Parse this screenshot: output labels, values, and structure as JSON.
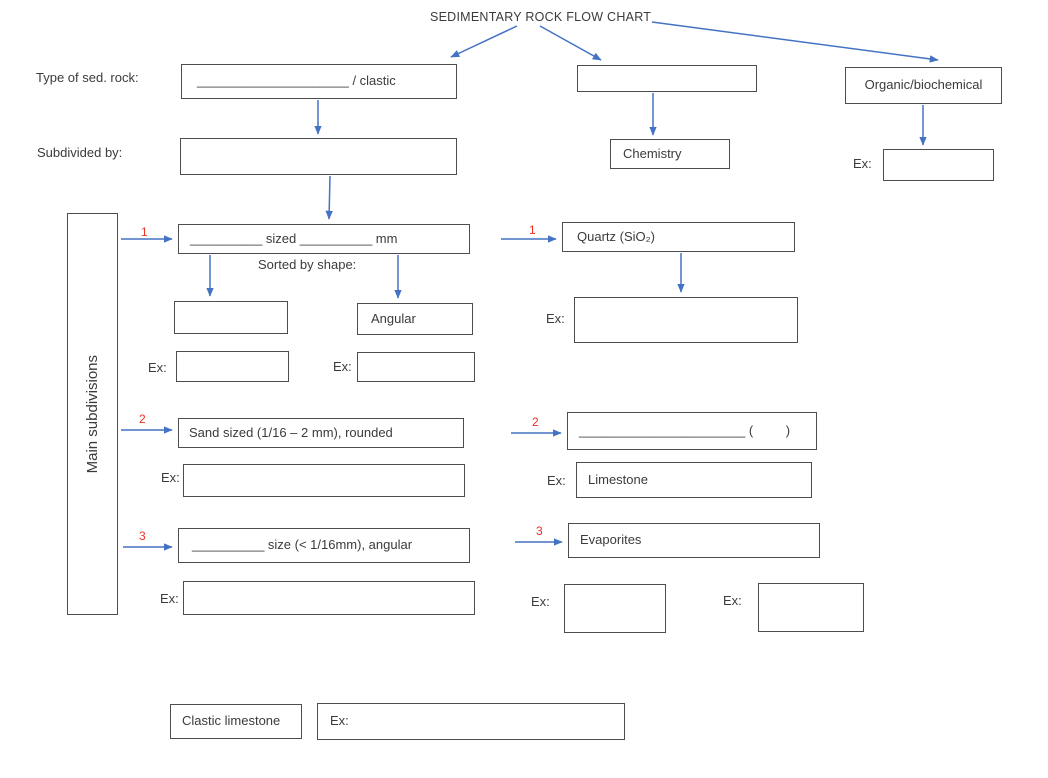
{
  "title": "SEDIMENTARY ROCK FLOW CHART",
  "colors": {
    "arrow": "#4472c4",
    "number": "#eb3223",
    "border": "#4d4d4d",
    "text": "#3b3b3b"
  },
  "labels": {
    "type_row": "Type of sed. rock:",
    "subdivided_row": "Subdivided by:",
    "main_subdivisions": "Main subdivisions",
    "sorted_by_shape": "Sorted by shape:",
    "ex": "Ex:"
  },
  "type_row": {
    "clastic": "_____________________ / clastic",
    "chemical": "",
    "organic": "Organic/biochemical"
  },
  "subdivided_row": {
    "clastic": "",
    "chemical": "Chemistry",
    "organic_ex": ""
  },
  "clastic_column": {
    "item1": {
      "number": "1",
      "label": "__________ sized __________ mm",
      "shape_left": "",
      "shape_right": "Angular",
      "ex_left": "",
      "ex_right": ""
    },
    "item2": {
      "number": "2",
      "label": "Sand sized (1/16 – 2 mm), rounded",
      "ex": ""
    },
    "item3": {
      "number": "3",
      "label": "__________ size (< 1/16mm), angular",
      "ex": ""
    }
  },
  "chemical_column": {
    "item1": {
      "number": "1",
      "label": "Quartz (SiO₂)",
      "ex": ""
    },
    "item2": {
      "number": "2",
      "label": "_______________________ (         )",
      "ex": "Limestone"
    },
    "item3": {
      "number": "3",
      "label": "Evaporites",
      "ex_left": "",
      "ex_right": ""
    }
  },
  "bottom_row": {
    "label_box": "Clastic limestone",
    "ex_label": "Ex:"
  }
}
